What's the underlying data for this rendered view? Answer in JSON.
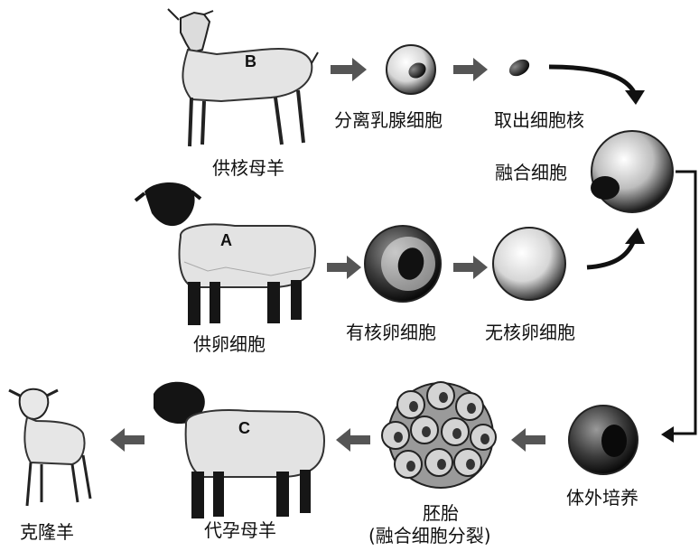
{
  "labels": {
    "donor_nucleus_sheep": "供核母羊",
    "isolate_mammary_cell": "分离乳腺细胞",
    "extract_nucleus": "取出细胞核",
    "fused_cell": "融合细胞",
    "egg_donor": "供卵细胞",
    "nucleated_egg": "有核卵细胞",
    "enucleated_egg": "无核卵细胞",
    "in_vitro_culture": "体外培养",
    "embryo": "胚胎",
    "embryo_note": "(融合细胞分裂)",
    "surrogate_sheep": "代孕母羊",
    "cloned_sheep": "克隆羊"
  },
  "sheep_letters": {
    "a": "A",
    "b": "B",
    "c": "C"
  },
  "colors": {
    "ink": "#111111",
    "wool": "#e6e6e6",
    "dark": "#1a1a1a",
    "arrow": "#555555"
  }
}
